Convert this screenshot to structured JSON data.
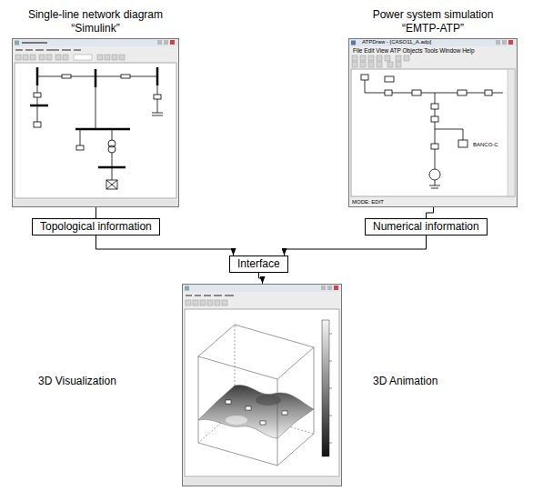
{
  "diagram": {
    "nodes": [
      {
        "text": [
          "Single-line network diagram “Simulink”"
        ]
      },
      {
        "text": [
          "Power system simulation “EMTP-ATP”"
        ]
      },
      {
        "text": [
          "Topological information"
        ]
      },
      {
        "text": [
          "Numerical information"
        ]
      },
      {
        "text": [
          "Interface"
        ]
      },
      {
        "text": [
          "3D Visualization",
          "3D Animation"
        ]
      }
    ],
    "edges": [
      {
        "from": 0,
        "to": 2,
        "arrow": "none"
      },
      {
        "from": 1,
        "to": 3,
        "arrow": "none"
      },
      {
        "from": 2,
        "to": 4,
        "arrow": "to"
      },
      {
        "from": 3,
        "to": 4,
        "arrow": "to"
      },
      {
        "from": 4,
        "to": 5,
        "arrow": "to"
      }
    ],
    "labels": [
      "ATPDraw - [CASO11_A.adp]",
      "File Edit View ATP Objects Tools Window Help",
      "BANCO-C",
      "MODE: EDIT"
    ]
  }
}
